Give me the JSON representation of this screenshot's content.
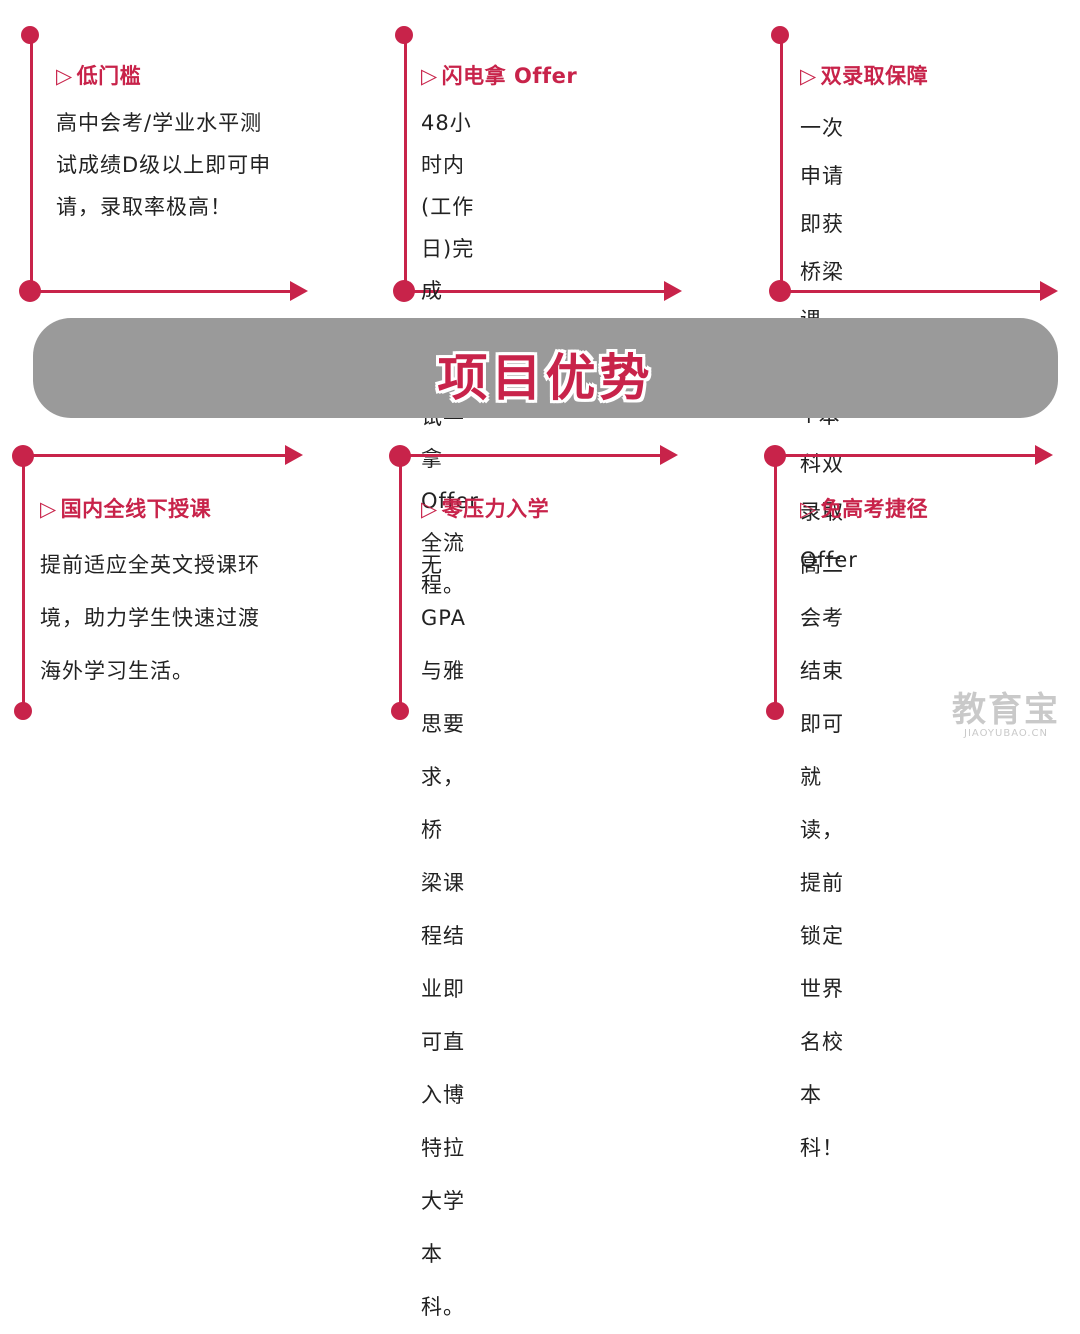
{
  "colors": {
    "accent": "#c8234a",
    "band": "#9a9a9a",
    "text": "#222222"
  },
  "center": {
    "title": "项目优势"
  },
  "cards": [
    {
      "title": "低门槛",
      "body": "高中会考/学业水平测\n试成绩D级以上即可申\n请，录取率极高！"
    },
    {
      "title": "闪电拿 Offer",
      "body": "48小时内(工作日)完成\n申请—面试—拿Offer\n全流程。"
    },
    {
      "title": "双录取保障",
      "body": "一次申请即获桥梁课\n程+本科双录取 Offer"
    },
    {
      "title": "国内全线下授课",
      "body": "提前适应全英文授课环\n境，助力学生快速过渡\n海外学习生活。"
    },
    {
      "title": "零压力入学",
      "body": "无GPA与雅思要求，桥\n梁课程结业即可直入博\n特拉大学本科。"
    },
    {
      "title": "免高考捷径",
      "body": "高二会考结束即可就读，\n提前锁定世界名校本科！"
    }
  ],
  "watermark": {
    "cn": "教育宝",
    "en": "JIAOYUBAO.CN"
  }
}
